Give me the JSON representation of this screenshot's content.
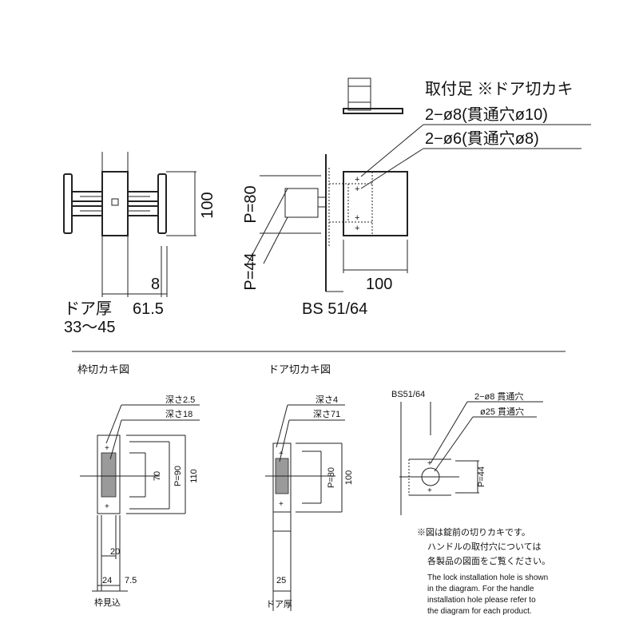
{
  "top": {
    "foot_label": "取付足 ※ドア切カキ",
    "hole_8": "2−ø8(貫通穴ø10)",
    "hole_6": "2−ø6(貫通穴ø8)",
    "dim_100_v": "100",
    "dim_p80": "P=80",
    "dim_p44": "P=44",
    "dim_8": "8",
    "door_thick_label": "ドア厚",
    "dim_615": "61.5",
    "door_range": "33〜45",
    "dim_100_h": "100",
    "bs": "BS 51/64"
  },
  "bottom": {
    "frame_title": "枠切カキ図",
    "frame_depth25": "深さ2.5",
    "frame_depth18": "深さ18",
    "frame_70": "70",
    "frame_p90": "P=90",
    "frame_110": "110",
    "frame_20": "20",
    "frame_24": "24",
    "frame_75": "7.5",
    "frame_mikomi": "枠見込",
    "door_title": "ドア切カキ図",
    "door_depth4": "深さ4",
    "door_depth71": "深さ71",
    "door_p80": "P=80",
    "door_100": "100",
    "door_25": "25",
    "door_atsu": "ドア厚",
    "bs": "BS51/64",
    "hole_8": "2−ø8 貫通穴",
    "hole_25": "ø25 貫通穴",
    "p44": "P=44",
    "note_jp_1": "※図は錠前の切りカキです。",
    "note_jp_2": "ハンドルの取付穴については",
    "note_jp_3": "各製品の図面をご覧ください。",
    "note_en_1": "The lock installation hole is shown",
    "note_en_2": "in the diagram. For the handle",
    "note_en_3": "installation hole please refer to",
    "note_en_4": "the diagram for each product."
  }
}
